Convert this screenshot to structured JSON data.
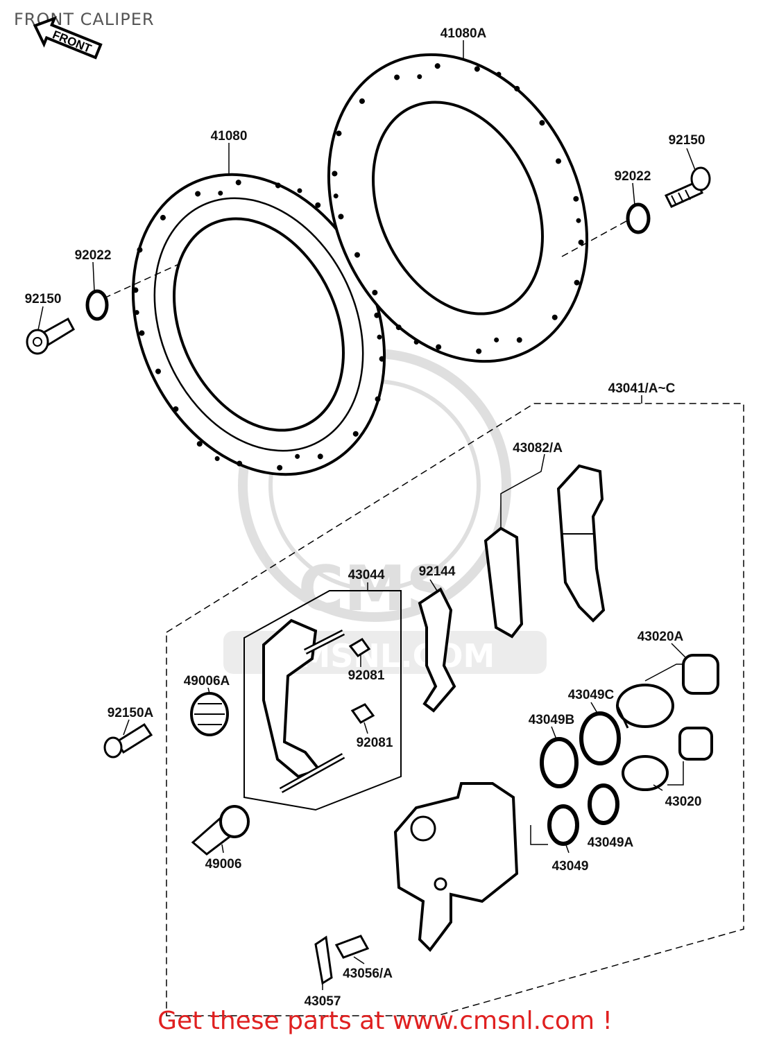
{
  "title": "FRONT CALIPER",
  "front_arrow_label": "FRONT",
  "watermark": {
    "brand": "CMS",
    "site": "CMSNL.COM"
  },
  "footer": "Get these parts at www.cmsnl.com !",
  "parts": {
    "p41080": "41080",
    "p41080A": "41080A",
    "p92150_right": "92150",
    "p92022_right": "92022",
    "p92022_left": "92022",
    "p92150_left": "92150",
    "p43041": "43041/A~C",
    "p43082": "43082/A",
    "p43044": "43044",
    "p92144": "92144",
    "p92081_top": "92081",
    "p92081_bottom": "92081",
    "p49006A": "49006A",
    "p92150A": "92150A",
    "p43020A": "43020A",
    "p43049C": "43049C",
    "p43049B": "43049B",
    "p43020": "43020",
    "p43049A": "43049A",
    "p43049": "43049",
    "p49006": "49006",
    "p43056": "43056/A",
    "p43057": "43057"
  }
}
